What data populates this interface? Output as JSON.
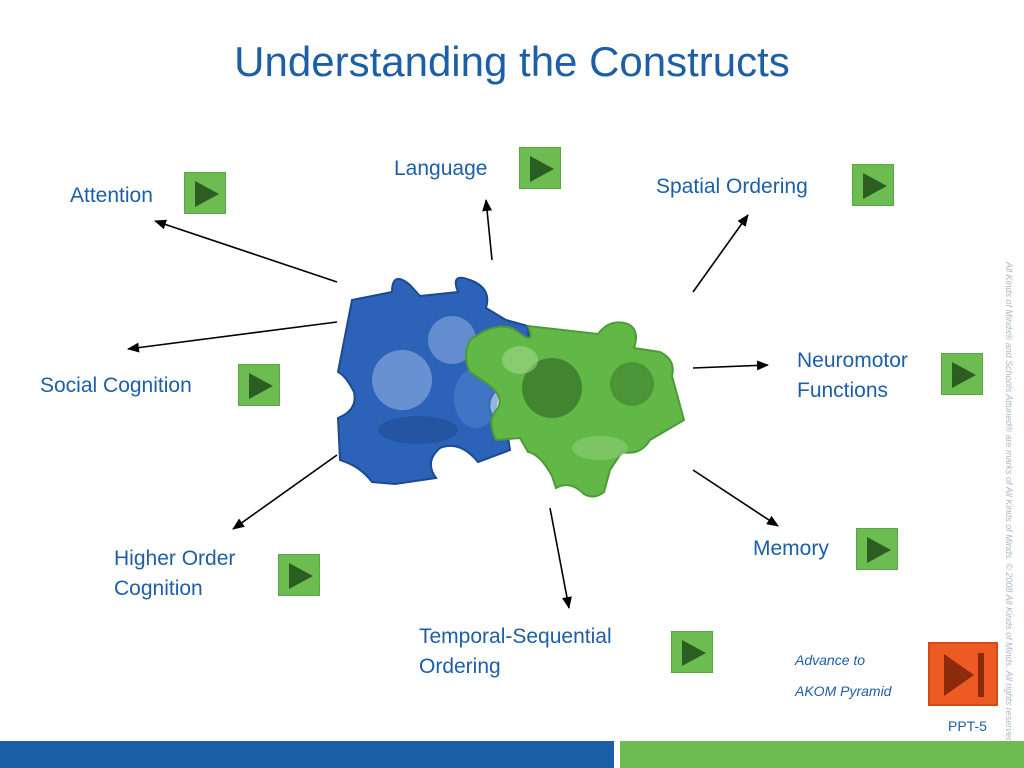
{
  "title": "Understanding the Constructs",
  "constructs": {
    "attention": "Attention",
    "language": "Language",
    "spatial_ordering": "Spatial Ordering",
    "neuromotor_line1": "Neuromotor",
    "neuromotor_line2": "Functions",
    "social_cognition": "Social Cognition",
    "memory": "Memory",
    "higher_order_line1": "Higher Order",
    "higher_order_line2": "Cognition",
    "temporal_line1": "Temporal-Sequential",
    "temporal_line2": "Ordering"
  },
  "advance": {
    "line1": "Advance to",
    "line2": "AKOM Pyramid"
  },
  "page_number": "PPT-5",
  "copyright": "All Kinds of Minds® and Schools Attuned® are marks of All Kinds of Minds. © 2008 All Kinds of Minds. All rights reserved.",
  "colors": {
    "text_blue": "#1d5fa6",
    "button_green": "#6cbc52",
    "play_dark_green": "#2c5e22",
    "advance_orange": "#ee5a24",
    "footer_blue": "#1a5fa8",
    "footer_green": "#6cbc52"
  },
  "icons": {
    "play_buttons": "play-icon",
    "advance_button": "end-icon",
    "center_image": "puzzle-pieces"
  }
}
